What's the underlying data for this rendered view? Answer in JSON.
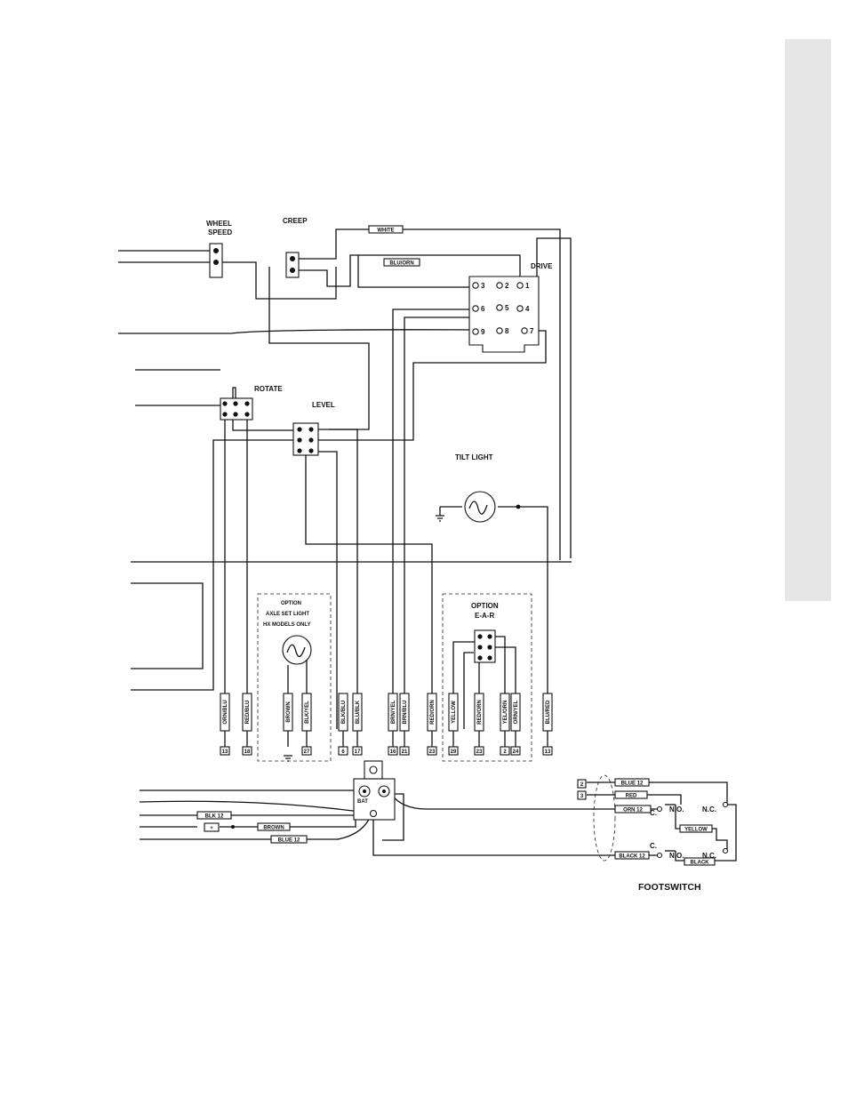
{
  "labels": {
    "wheel_speed_1": "WHEEL",
    "wheel_speed_2": "SPEED",
    "creep": "CREEP",
    "drive": "DRIVE",
    "rotate": "ROTATE",
    "level": "LEVEL",
    "tilt_light": "TILT LIGHT",
    "axle_option": "OPTION",
    "axle_line1": "AXLE SET LIGHT",
    "axle_line2": "HX MODELS ONLY",
    "ear_option": "OPTION",
    "ear": "E-A-R",
    "footswitch": "FOOTSWITCH",
    "no": "N.O.",
    "nc": "N.C.",
    "c": "C.",
    "bat": "BAT"
  },
  "drive_pins": [
    "3",
    "2",
    "1",
    "6",
    "5",
    "4",
    "9",
    "8",
    "7"
  ],
  "wire_tags": {
    "white": "WHITE",
    "blu_orn": "BLU/ORN",
    "blk12": "BLK 12",
    "brown": "BROWN",
    "blue12": "BLUE 12",
    "blue12_fs": "BLUE 12",
    "red_fs": "RED",
    "orn12": "ORN 12",
    "yellow_fs": "YELLOW",
    "black12": "BLACK 12",
    "black_fs": "BLACK"
  },
  "bottom_wires": [
    {
      "color": "ORN/BLU",
      "num": "13"
    },
    {
      "color": "RED/BLU",
      "num": "18"
    },
    {
      "color": "BROWN",
      "num": ""
    },
    {
      "color": "BLK/YEL",
      "num": "27"
    },
    {
      "color": "BLK/BLU",
      "num": "6"
    },
    {
      "color": "BLU/BLK",
      "num": "17"
    },
    {
      "color": "BRN/YEL",
      "num": "16"
    },
    {
      "color": "BRN/BLU",
      "num": "21"
    },
    {
      "color": "RED/ORN",
      "num": "23"
    },
    {
      "color": "YELLOW",
      "num": "29"
    },
    {
      "color": "RED/ORN",
      "num": "23"
    },
    {
      "color": "YEL/ORN",
      "num": "2"
    },
    {
      "color": "ORN/YEL",
      "num": "24"
    },
    {
      "color": "BLU/RED",
      "num": "13"
    }
  ],
  "footswitch_nums": [
    "2",
    "3"
  ],
  "fuse_label": "+"
}
